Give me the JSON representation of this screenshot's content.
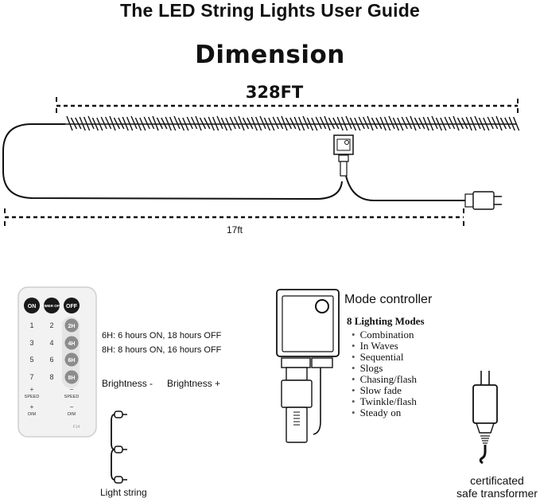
{
  "header": {
    "title": "The LED String Lights User Guide",
    "subtitle": "Dimension"
  },
  "dimension": {
    "total_length": "328FT",
    "lead_length": "17ft"
  },
  "remote": {
    "top_buttons": [
      "ON",
      "TIMER OFF",
      "OFF"
    ],
    "number_buttons": [
      "1",
      "2",
      "3",
      "4",
      "5",
      "6",
      "7",
      "8"
    ],
    "timer_buttons": [
      "2H",
      "4H",
      "6H",
      "8H"
    ],
    "plus_minus": [
      "+",
      "−",
      "+",
      "−"
    ],
    "control_labels": [
      "SPEED",
      "SPEED",
      "DIM",
      "DIM"
    ],
    "model": "F14"
  },
  "timer_notes": [
    "6H: 6 hours ON, 18 hours OFF",
    "8H: 8 hours ON, 16 hours OFF"
  ],
  "brightness": {
    "minus": "Brightness -",
    "plus": "Brightness +"
  },
  "light_string_label": "Light string",
  "controller": {
    "title": "Mode controller",
    "modes_heading": "8 Lighting Modes",
    "modes": [
      "Combination",
      "In Waves",
      "Sequential",
      "Slogs",
      "Chasing/flash",
      "Slow fade",
      "Twinkle/flash",
      "Steady on"
    ]
  },
  "transformer_label": [
    "certificated",
    "safe transformer"
  ],
  "colors": {
    "dark_button": "#1a1a1a",
    "timer_button": "#8c8c8c",
    "remote_body": "#f2f2f2",
    "line": "#111111"
  }
}
